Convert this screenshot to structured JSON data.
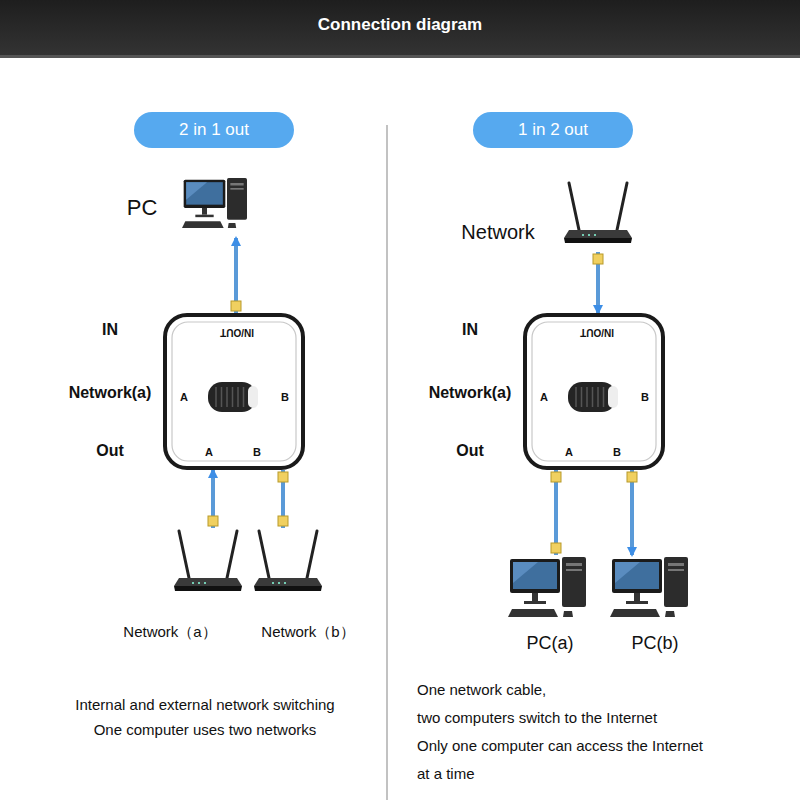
{
  "diagram": {
    "title": "Connection diagram",
    "nodes": [
      {
        "text": [
          "2 in 1 out"
        ]
      },
      {
        "text": [
          "PC"
        ]
      },
      {
        "text": [
          "IN/OUT",
          "A",
          "B",
          "A",
          "B"
        ]
      },
      {
        "text": [
          "Network（a）"
        ]
      },
      {
        "text": [
          "Network（b）"
        ]
      },
      {
        "text": [
          "1 in 2 out"
        ]
      },
      {
        "text": [
          "Network"
        ]
      },
      {
        "text": [
          "IN/OUT",
          "A",
          "B",
          "A",
          "B"
        ]
      },
      {
        "text": [
          "PC(a)"
        ]
      },
      {
        "text": [
          "PC(b)"
        ]
      }
    ],
    "edges": [
      {
        "from": 2,
        "to": 1,
        "arrow": "to"
      },
      {
        "from": 3,
        "to": 2,
        "arrow": "to"
      },
      {
        "from": 4,
        "to": 2,
        "arrow": "none"
      },
      {
        "from": 6,
        "to": 7,
        "arrow": "to"
      },
      {
        "from": 7,
        "to": 8,
        "arrow": "none"
      },
      {
        "from": 7,
        "to": 9,
        "arrow": "to"
      }
    ],
    "labels": [
      "IN",
      "Network(a)",
      "Out",
      "IN",
      "Network(a)",
      "Out",
      "Internal and external network switching",
      "One computer uses two networks",
      "One network cable,",
      "two computers switch to the Internet",
      "Only one computer can access the Internet",
      "at a time"
    ]
  }
}
